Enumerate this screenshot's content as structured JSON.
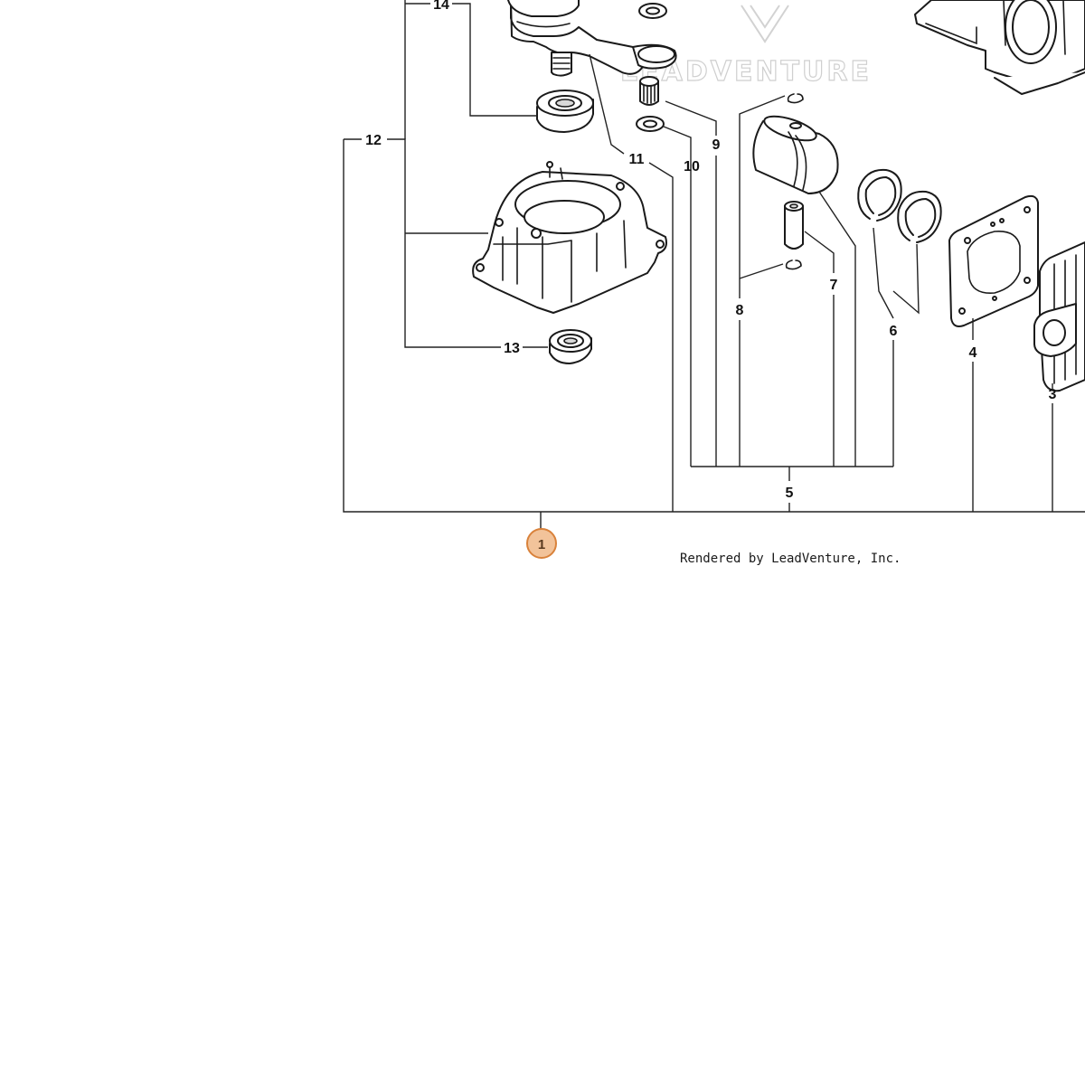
{
  "watermark": {
    "text": "LEADVENTURE"
  },
  "credit": "Rendered by LeadVenture, Inc.",
  "hotspot": {
    "label": "1",
    "color": "#f2c39a",
    "border_color": "#d9823b"
  },
  "callouts": {
    "c3": "3",
    "c4": "4",
    "c5": "5",
    "c6": "6",
    "c7": "7",
    "c8": "8",
    "c9": "9",
    "c10": "10",
    "c11": "11",
    "c12": "12",
    "c13": "13",
    "c14": "14"
  }
}
